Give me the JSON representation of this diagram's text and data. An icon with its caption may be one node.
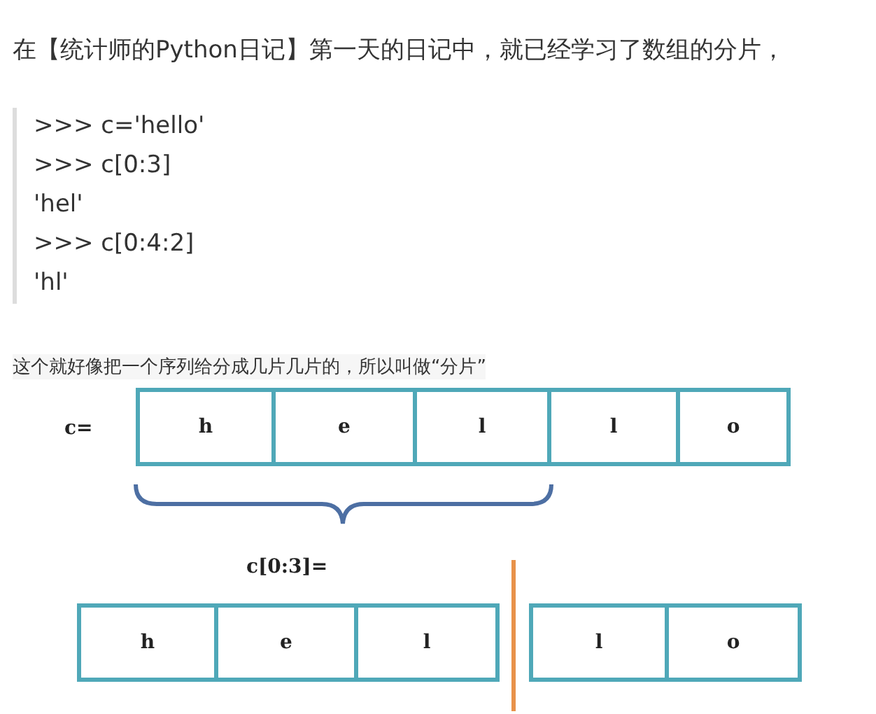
{
  "diagram": {
    "nodes": [
      {
        "text": [
          "h"
        ]
      },
      {
        "text": [
          "e"
        ]
      },
      {
        "text": [
          "l"
        ]
      },
      {
        "text": [
          "l"
        ]
      },
      {
        "text": [
          "o"
        ]
      },
      {
        "text": [
          "h"
        ]
      },
      {
        "text": [
          "e"
        ]
      },
      {
        "text": [
          "l"
        ]
      },
      {
        "text": [
          "l"
        ]
      },
      {
        "text": [
          "o"
        ]
      }
    ],
    "labels": [
      "在【统计师的Python日记】第一天的日记中，就已经学习了数组的分片，",
      ">>> c='hello'",
      ">>> c[0:3]",
      "'hel'",
      ">>> c[0:4:2]",
      "'hl'",
      "这个就好像把一个序列给分成几片几片的，所以叫做“分片”",
      "c=",
      "c[0:3]="
    ]
  }
}
